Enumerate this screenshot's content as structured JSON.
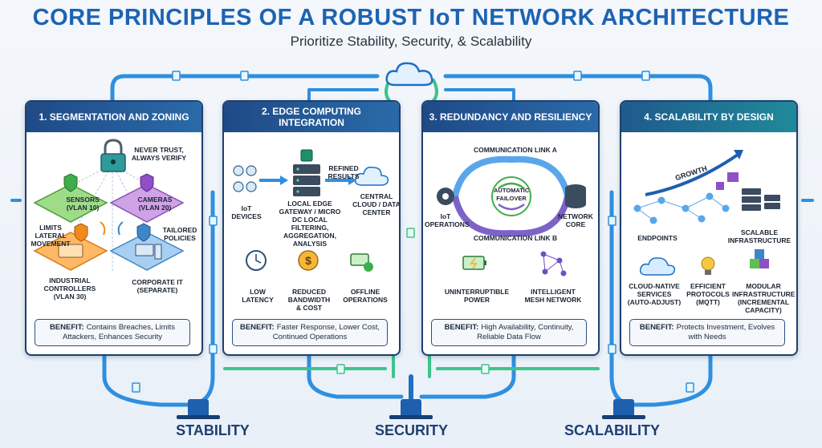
{
  "header": {
    "title": "CORE PRINCIPLES OF A ROBUST IoT NETWORK ARCHITECTURE",
    "subtitle": "Prioritize Stability, Security, & Scalability"
  },
  "colors": {
    "title": "#1d63b3",
    "pipe_blue": "#2f8fe0",
    "pipe_green": "#3cc48c",
    "panel_header": "#1f4a86",
    "panel_header_teal": "#1f7a8c"
  },
  "panels": [
    {
      "title": "1. SEGMENTATION AND ZONING",
      "labels": {
        "never_trust": "NEVER TRUST, ALWAYS VERIFY",
        "sensors": "SENSORS (VLAN 10)",
        "cameras": "CAMERAS (VLAN 20)",
        "limits": "LIMITS LATERAL MOVEMENT",
        "tailored": "TAILORED POLICIES",
        "industrial": "INDUSTRIAL CONTROLLERS (VLAN 30)",
        "corporate": "CORPORATE IT (SEPARATE)"
      },
      "benefit_label": "BENEFIT:",
      "benefit_text": "Contains Breaches, Limits Attackers, Enhances Security"
    },
    {
      "title": "2. EDGE COMPUTING INTEGRATION",
      "labels": {
        "iot_devices": "IoT DEVICES",
        "gateway": "LOCAL EDGE GATEWAY / MICRO DC LOCAL FILTERING, AGGREGATION, ANALYSIS",
        "refined": "REFINED RESULTS",
        "central": "CENTRAL CLOUD / DATA CENTER",
        "low_latency": "LOW LATENCY",
        "reduced": "REDUCED BANDWIDTH & COST",
        "offline": "OFFLINE OPERATIONS"
      },
      "benefit_label": "BENEFIT:",
      "benefit_text": "Faster Response, Lower Cost, Continued Operations"
    },
    {
      "title": "3. REDUNDANCY AND RESILIENCY",
      "labels": {
        "link_a": "COMMUNICATION LINK A",
        "failover": "AUTOMATIC FAILOVER",
        "iot_ops": "IoT OPERATIONS",
        "network_core": "NETWORK CORE",
        "link_b": "COMMUNICATION LINK B",
        "ups": "UNINTERRUPTIBLE POWER",
        "mesh": "INTELLIGENT MESH NETWORK"
      },
      "benefit_label": "BENEFIT:",
      "benefit_text": "High Availability, Continuity, Reliable Data Flow"
    },
    {
      "title": "4. SCALABILITY BY DESIGN",
      "labels": {
        "growth": "GROWTH",
        "endpoints": "ENDPOINTS",
        "scalable_infra": "SCALABLE INFRASTRUCTURE",
        "cloud_native": "CLOUD-NATIVE SERVICES (AUTO-ADJUST)",
        "efficient": "EFFICIENT PROTOCOLS (MQTT)",
        "modular": "MODULAR INFRASTRUCTURE (INCREMENTAL CAPACITY)"
      },
      "benefit_label": "BENEFIT:",
      "benefit_text": "Protects Investment, Evolves with Needs"
    }
  ],
  "pillars": [
    "STABILITY",
    "SECURITY",
    "SCALABILITY"
  ]
}
